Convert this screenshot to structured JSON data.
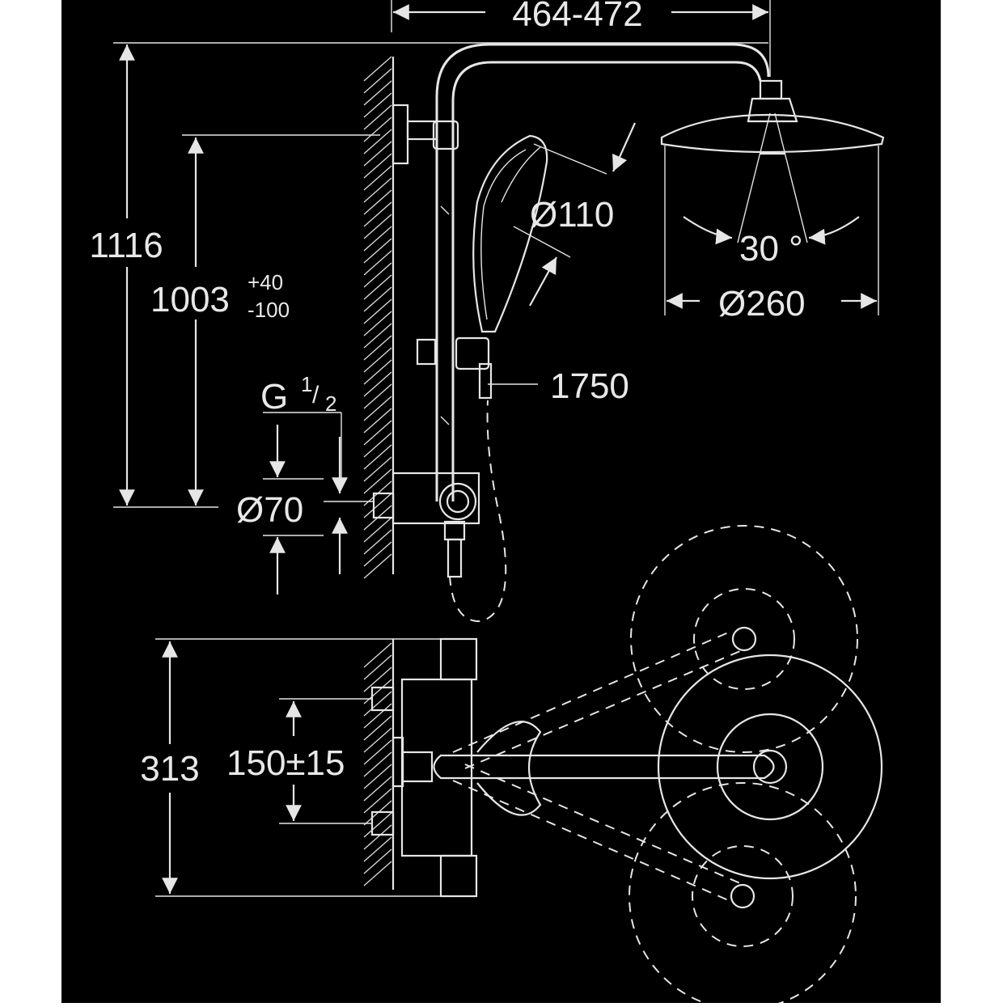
{
  "drawing": {
    "colors": {
      "background": "#000000",
      "page": "#ffffff",
      "line": "#e6e6e6"
    },
    "dimensions": {
      "head_span": "464-472",
      "total_height": "1116",
      "mount_height": "1003",
      "mount_tol_plus": "+40",
      "mount_tol_minus": "-100",
      "thread_g": "G",
      "thread_num": "1",
      "thread_den": "2",
      "outlet_dia": "Ø70",
      "hand_dia": "Ø110",
      "spray_angle": "30 °",
      "head_dia": "Ø260",
      "hose_len": "1750",
      "depth": "313",
      "centers": "150±15"
    }
  }
}
